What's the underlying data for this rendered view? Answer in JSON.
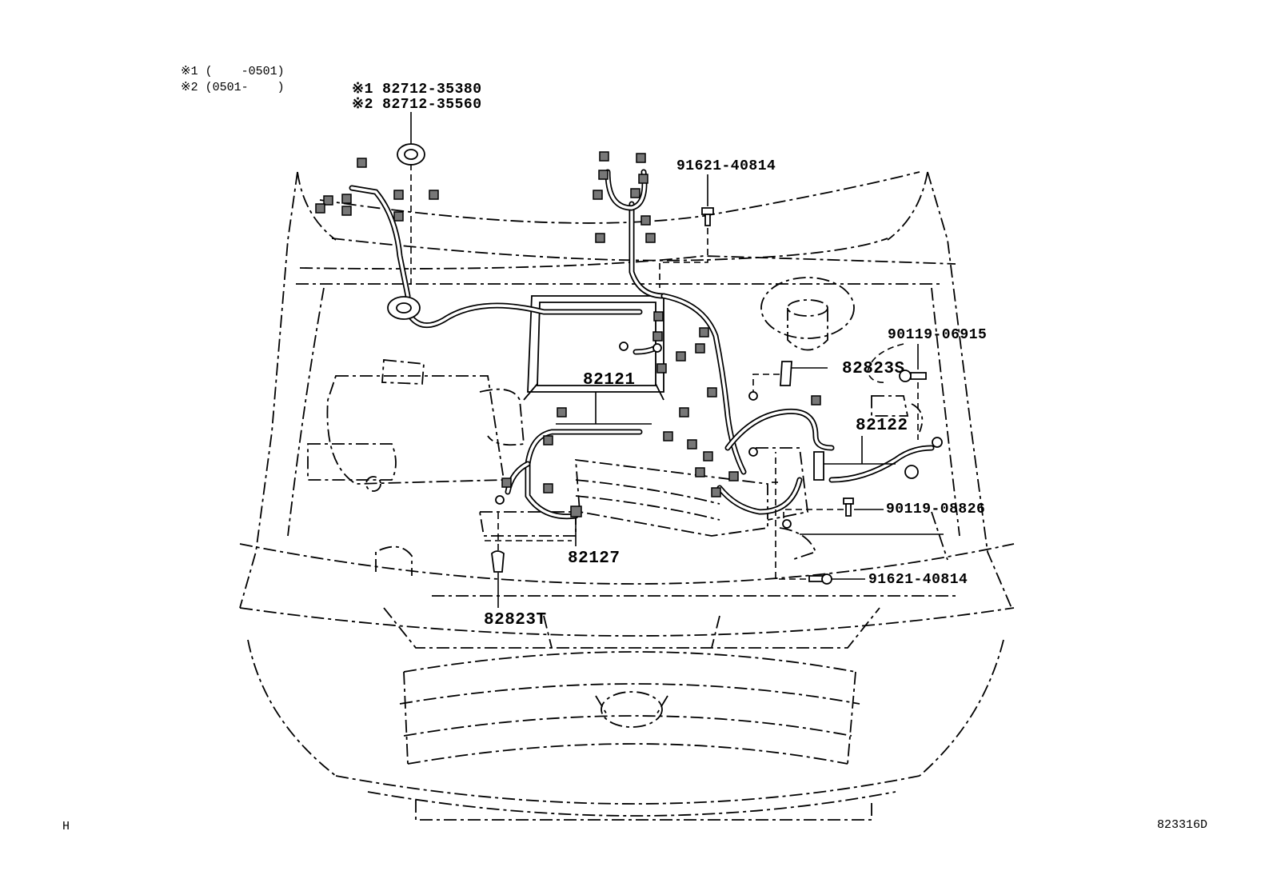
{
  "notes": {
    "line1": "※1 (    -0501)",
    "line2": "※2 (0501-    )"
  },
  "callouts": {
    "grommet_v1": "※1 82712-35380",
    "grommet_v2": "※2 82712-35560",
    "bolt_top": "91621-40814",
    "bolt_right_top": "90119-06915",
    "clamp_s": "82823S",
    "harness_main": "82121",
    "harness_right": "82122",
    "bolt_right_mid": "90119-08826",
    "harness_bottom": "82127",
    "bolt_right_bottom": "91621-40814",
    "clamp_t": "82823T"
  },
  "corner": {
    "left_mark": "H",
    "diagram_code": "823316D"
  }
}
